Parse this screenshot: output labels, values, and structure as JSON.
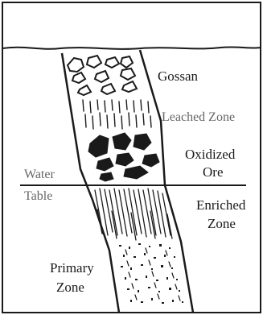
{
  "labels": {
    "gossan": "Gossan",
    "leached_zone": "Leached Zone",
    "oxidized_line1": "Oxidized",
    "oxidized_line2": "Ore",
    "water_table_line1": "Water",
    "water_table_line2": "Table",
    "enriched_line1": "Enriched",
    "enriched_line2": "Zone",
    "primary_line1": "Primary",
    "primary_line2": "Zone"
  },
  "colors": {
    "ink": "#1a1a1a",
    "muted_label": "#666666",
    "background": "#ffffff"
  }
}
